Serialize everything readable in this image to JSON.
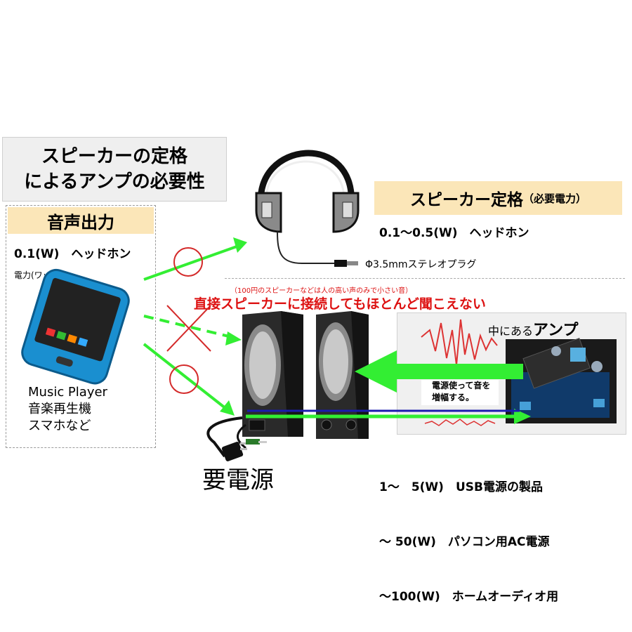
{
  "title": {
    "line1": "スピーカーの定格",
    "line2": "によるアンプの必要性"
  },
  "audio_output": {
    "header": "音声出力",
    "headphone_power": "0.1(W)　ヘッドホン",
    "power_note": "電力(ワット)",
    "device_lines": [
      "Music Player",
      "音楽再生機",
      "スマホなど"
    ]
  },
  "speaker_rating": {
    "header_main": "スピーカー定格",
    "header_sub": "（必要電力）",
    "headphone_line": "0.1～0.5(W)　ヘッドホン",
    "plug_label": "Φ3.5mmステレオプラグ"
  },
  "warning": {
    "small_note": "（100円のスピーカーなどは人の高い声のみで小さい音）",
    "main": "直接スピーカーに接続してもほとんど聞こえない"
  },
  "amp": {
    "label_prefix": "中にある",
    "label_bold": "アンプ",
    "amp_note_line1": "電源使って音を",
    "amp_note_line2": "増幅する。"
  },
  "power_required": "要電源",
  "power_levels": [
    "1～　5(W)　USB電源の製品",
    "～ 50(W)　パソコン用AC電源",
    "～100(W)　ホームオーディオ用"
  ],
  "colors": {
    "green_arrow": "#33ee33",
    "red_mark": "#d42a2a",
    "blue_line": "#1b1bb0",
    "header_fill": "#fbe6b8",
    "warning_red": "#dd1111",
    "wave_red": "#dd3333"
  }
}
